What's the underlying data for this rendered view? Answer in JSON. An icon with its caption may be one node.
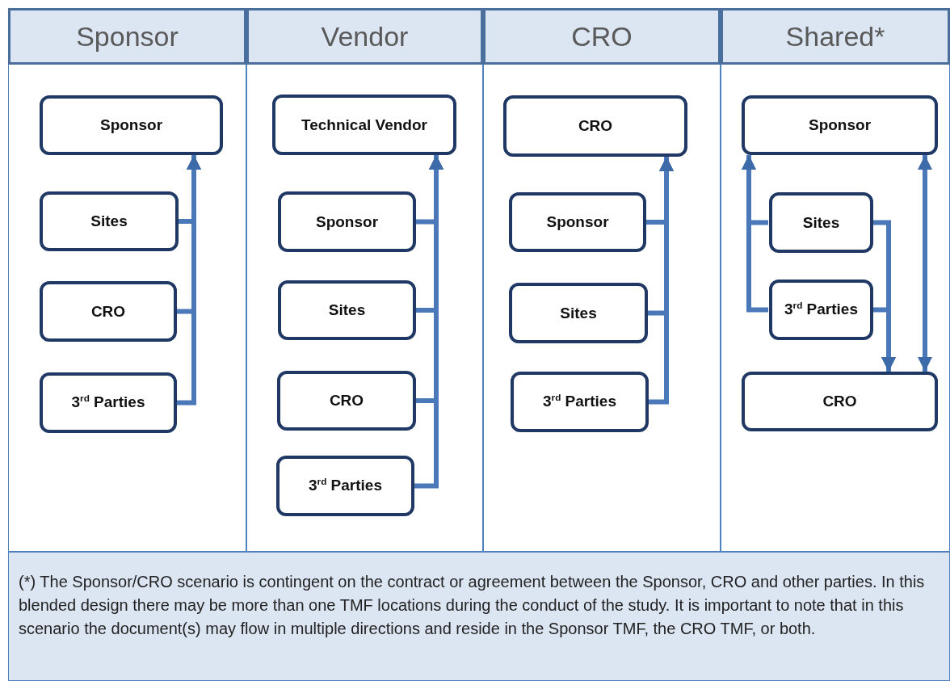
{
  "diagram": {
    "nodes": [
      {
        "text": [
          "Sponsor"
        ]
      },
      {
        "text": [
          "Sponsor"
        ],
        "in": 0
      },
      {
        "text": [
          "Sites"
        ],
        "in": 0
      },
      {
        "text": [
          "CRO"
        ],
        "in": 0
      },
      {
        "text": [
          "3$^{rd}$ Parties"
        ],
        "in": 0
      },
      {
        "text": [
          "Vendor"
        ]
      },
      {
        "text": [
          "Technical Vendor"
        ],
        "in": 5
      },
      {
        "text": [
          "Sponsor"
        ],
        "in": 5
      },
      {
        "text": [
          "Sites"
        ],
        "in": 5
      },
      {
        "text": [
          "CRO"
        ],
        "in": 5
      },
      {
        "text": [
          "3$^{rd}$ Parties"
        ],
        "in": 5
      },
      {
        "text": [
          "CRO"
        ]
      },
      {
        "text": [
          "CRO"
        ],
        "in": 11
      },
      {
        "text": [
          "Sponsor"
        ],
        "in": 11
      },
      {
        "text": [
          "Sites"
        ],
        "in": 11
      },
      {
        "text": [
          "3$^{rd}$ Parties"
        ],
        "in": 11
      },
      {
        "text": [
          "Shared*"
        ]
      },
      {
        "text": [
          "Sponsor"
        ],
        "in": 16
      },
      {
        "text": [
          "Sites"
        ],
        "in": 16
      },
      {
        "text": [
          "3$^{rd}$ Parties"
        ],
        "in": 16
      },
      {
        "text": [
          "CRO"
        ],
        "in": 16
      },
      {
        "text": [
          "(*) The Sponsor/CRO scenario is contingent on the contract or agreement between the Sponsor, CRO and other parties. In this blended design there may be more than one TMF locations during the conduct of the study. It is important to note that in this scenario the document(s) may flow in multiple directions and reside in the Sponsor TMF, the CRO TMF, or both."
        ]
      }
    ],
    "edges": [
      {
        "from": 2,
        "to": 1,
        "arrow": "to"
      },
      {
        "from": 3,
        "to": 1,
        "arrow": "to"
      },
      {
        "from": 4,
        "to": 1,
        "arrow": "to"
      },
      {
        "from": 7,
        "to": 6,
        "arrow": "to"
      },
      {
        "from": 8,
        "to": 6,
        "arrow": "to"
      },
      {
        "from": 9,
        "to": 6,
        "arrow": "to"
      },
      {
        "from": 10,
        "to": 6,
        "arrow": "to"
      },
      {
        "from": 13,
        "to": 12,
        "arrow": "to"
      },
      {
        "from": 14,
        "to": 12,
        "arrow": "to"
      },
      {
        "from": 15,
        "to": 12,
        "arrow": "to"
      },
      {
        "from": 18,
        "to": 17,
        "arrow": "to"
      },
      {
        "from": 19,
        "to": 17,
        "arrow": "to"
      },
      {
        "from": 18,
        "to": 20,
        "arrow": "to"
      },
      {
        "from": 19,
        "to": 20,
        "arrow": "to"
      },
      {
        "from": 17,
        "to": 20,
        "arrow": "both"
      }
    ]
  }
}
